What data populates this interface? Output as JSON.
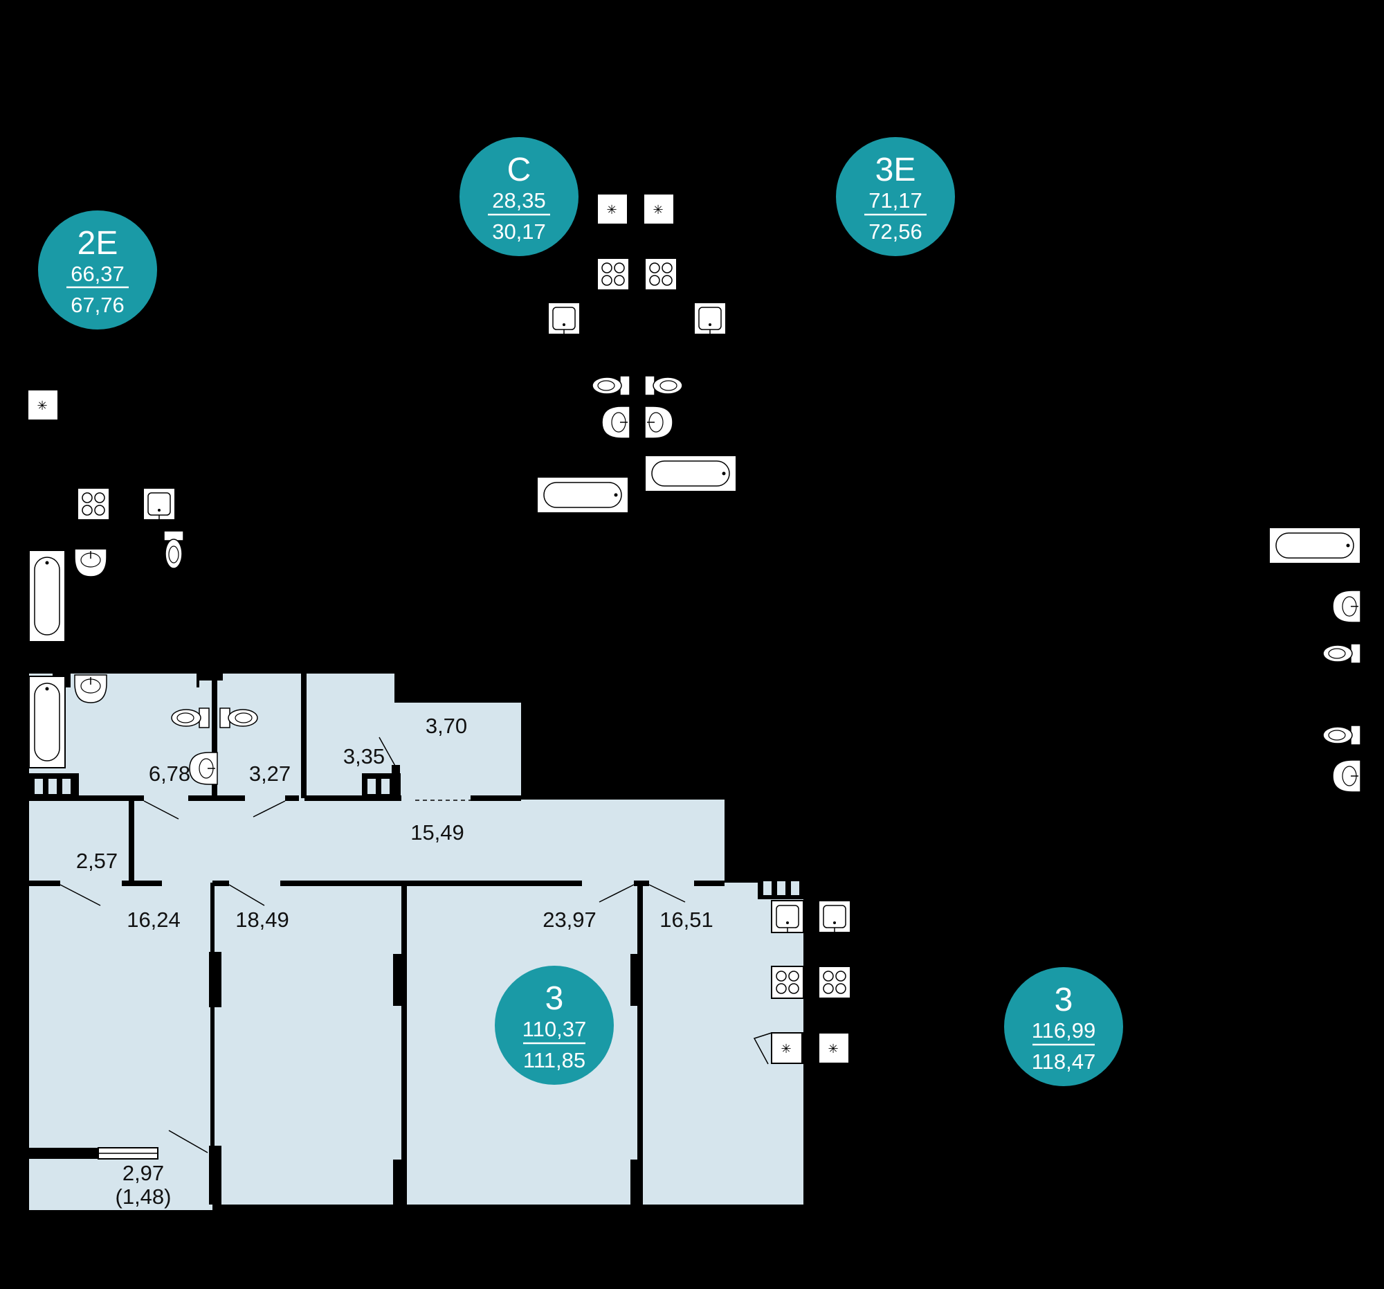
{
  "colors": {
    "background": "#000000",
    "room_fill": "#d6e5ed",
    "wall": "#000000",
    "badge": "#1a9aa6",
    "badge_text": "#ffffff",
    "fixture_fill": "#ffffff"
  },
  "badges": {
    "b2e": {
      "type": "2E",
      "living": "66,37",
      "total": "67,76"
    },
    "bc": {
      "type": "C",
      "living": "28,35",
      "total": "30,17"
    },
    "b3e": {
      "type": "3E",
      "living": "71,17",
      "total": "72,56"
    },
    "b3a": {
      "type": "3",
      "living": "110,37",
      "total": "111,85"
    },
    "b3b": {
      "type": "3",
      "living": "116,99",
      "total": "118,47"
    }
  },
  "rooms": {
    "bath_main": "6,78",
    "wc": "3,27",
    "storage_small": "3,35",
    "storage_large": "3,70",
    "hall": "15,49",
    "corridor": "2,57",
    "bedroom_1": "16,24",
    "bedroom_2": "18,49",
    "living": "23,97",
    "kitchen": "16,51",
    "balcony": "2,97",
    "balcony_reduced": "(1,48)"
  },
  "icons": {
    "ventilation": "vent-icon",
    "stove": "stove-icon",
    "sink": "sink-icon",
    "washbasin": "washbasin-icon",
    "toilet": "toilet-icon",
    "bathtub": "bathtub-icon"
  }
}
